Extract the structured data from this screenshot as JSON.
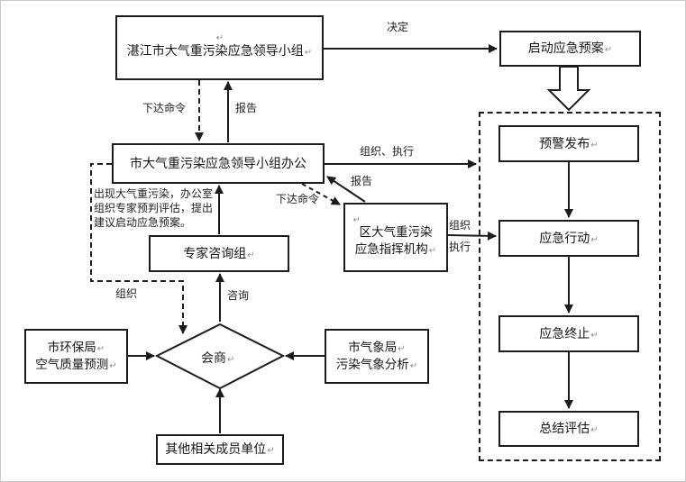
{
  "marks": {
    "ret": "↵"
  },
  "nodes": {
    "leader_group": {
      "label": "湛江市大气重污染应急领导小组"
    },
    "start_plan": {
      "label": "启动应急预案"
    },
    "office": {
      "label": "市大气重污染应急领导小组办公"
    },
    "district": {
      "line1": "区大气重污染",
      "line2": "应急指挥机构"
    },
    "expert": {
      "label": "专家咨询组"
    },
    "epa": {
      "line1": "市环保局",
      "line2": "空气质量预测"
    },
    "meeting": {
      "label": "会商"
    },
    "weather": {
      "line1": "市气象局",
      "line2": "污染气象分析"
    },
    "other": {
      "label": "其他相关成员单位"
    },
    "warning": {
      "label": "预警发布"
    },
    "action": {
      "label": "应急行动"
    },
    "termination": {
      "label": "应急终止"
    },
    "evaluation": {
      "label": "总结评估"
    }
  },
  "edge_labels": {
    "decide": "决定",
    "order_down": "下达命令",
    "report_up": "报告",
    "organize_execute": "组织、执行",
    "report_district": "报告",
    "order_district": "下达命令",
    "organize_district": "组织",
    "execute_district": "执行",
    "organize_meeting": "组织",
    "consult": "咨询",
    "note": [
      "出现大气重污染，办公室",
      "组织专家预判评估，提出",
      "建议启动应急预案。"
    ]
  },
  "colors": {
    "line": "#1c1c1c",
    "text": "#222222",
    "ret_mark": "#8d8d8d"
  }
}
